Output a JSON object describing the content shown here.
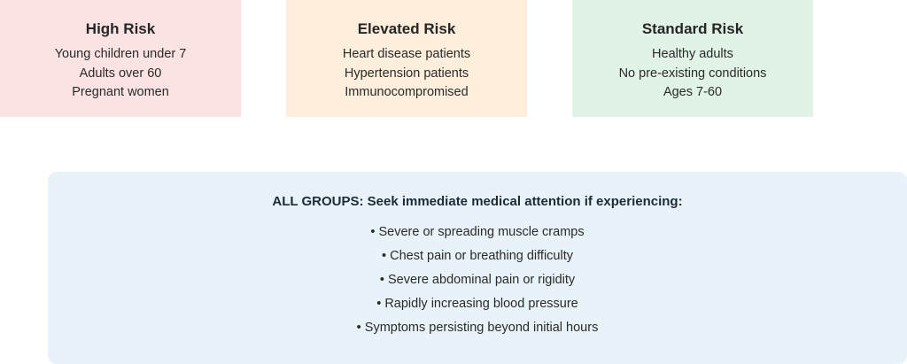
{
  "risk_groups": [
    {
      "title": "High Risk",
      "lines": [
        "Young children under 7",
        "Adults over 60",
        "Pregnant women"
      ],
      "color": "#fbe3e3"
    },
    {
      "title": "Elevated Risk",
      "lines": [
        "Heart disease patients",
        "Hypertension patients",
        "Immunocompromised"
      ],
      "color": "#fdefdc"
    },
    {
      "title": "Standard Risk",
      "lines": [
        "Healthy adults",
        "No pre-existing conditions",
        "Ages 7-60"
      ],
      "color": "#e1f3e6"
    }
  ],
  "alert": {
    "title": "ALL GROUPS: Seek immediate medical attention if experiencing:",
    "items": [
      "• Severe or spreading muscle cramps",
      "• Chest pain or breathing difficulty",
      "• Severe abdominal pain or rigidity",
      "• Rapidly increasing blood pressure",
      "• Symptoms persisting beyond initial hours"
    ],
    "color": "#e8f3f9"
  }
}
